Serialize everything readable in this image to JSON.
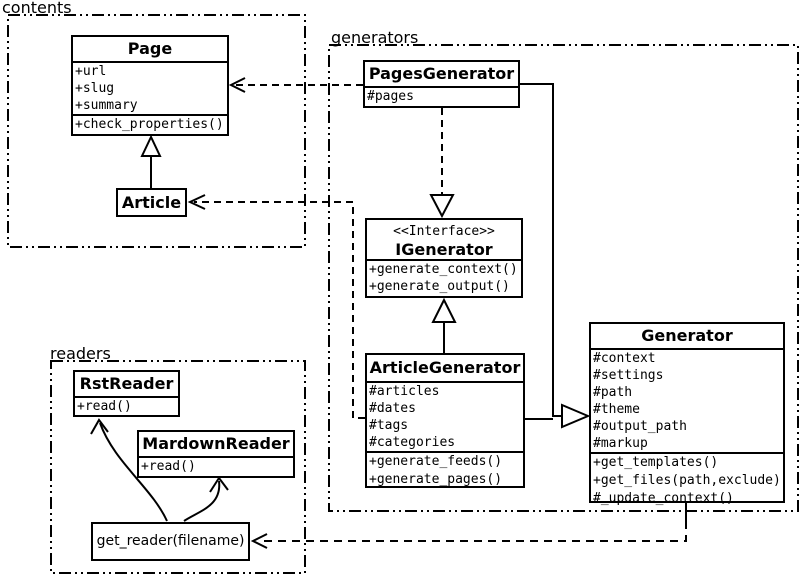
{
  "packages": {
    "contents": {
      "label": "contents"
    },
    "generators": {
      "label": "generators"
    },
    "readers": {
      "label": "readers"
    }
  },
  "classes": {
    "page": {
      "name": "Page",
      "attributes": [
        "+url",
        "+slug",
        "+summary"
      ],
      "methods": [
        "+check_properties()"
      ]
    },
    "article": {
      "name": "Article"
    },
    "pages_generator": {
      "name": "PagesGenerator",
      "attributes": [
        "#pages"
      ]
    },
    "igenerator": {
      "stereotype": "<<Interface>>",
      "name": "IGenerator",
      "methods": [
        "+generate_context()",
        "+generate_output()"
      ]
    },
    "article_generator": {
      "name": "ArticleGenerator",
      "attributes": [
        "#articles",
        "#dates",
        "#tags",
        "#categories"
      ],
      "methods": [
        "+generate_feeds()",
        "+generate_pages()"
      ]
    },
    "generator": {
      "name": "Generator",
      "attributes": [
        "#context",
        "#settings",
        "#path",
        "#theme",
        "#output_path",
        "#markup"
      ],
      "methods": [
        "+get_templates()",
        "+get_files(path,exclude)",
        "#_update_context()"
      ]
    },
    "rst_reader": {
      "name": "RstReader",
      "methods": [
        "+read()"
      ]
    },
    "mardown_reader": {
      "name": "MardownReader",
      "methods": [
        "+read()"
      ]
    },
    "get_reader": {
      "label": "get_reader(filename)"
    }
  },
  "relationships": [
    {
      "type": "inheritance",
      "from": "Article",
      "to": "Page"
    },
    {
      "type": "dependency",
      "from": "PagesGenerator",
      "to": "Page"
    },
    {
      "type": "dependency",
      "from": "ArticleGenerator",
      "to": "Article"
    },
    {
      "type": "realization",
      "from": "PagesGenerator",
      "to": "IGenerator"
    },
    {
      "type": "realization",
      "from": "ArticleGenerator",
      "to": "IGenerator"
    },
    {
      "type": "inheritance",
      "from": "PagesGenerator",
      "to": "Generator"
    },
    {
      "type": "inheritance",
      "from": "ArticleGenerator",
      "to": "Generator"
    },
    {
      "type": "dependency",
      "from": "Generator",
      "to": "get_reader(filename)"
    },
    {
      "type": "association",
      "from": "get_reader(filename)",
      "to": "RstReader"
    },
    {
      "type": "association",
      "from": "get_reader(filename)",
      "to": "MardownReader"
    }
  ],
  "colors": {
    "line": "#000000",
    "background": "#ffffff",
    "box_fill": "#ffffff"
  }
}
